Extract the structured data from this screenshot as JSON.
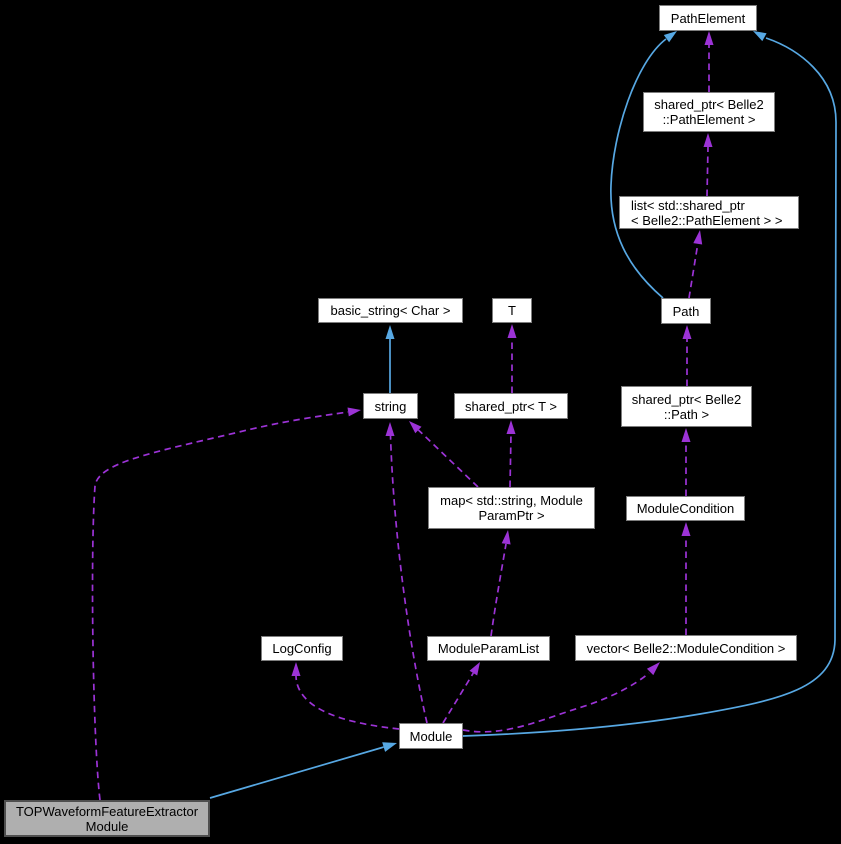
{
  "diagram": {
    "type": "doxygen-collaboration-graph",
    "colors": {
      "background": "#000000",
      "node_fill": "#ffffff",
      "node_border": "#7d7d7d",
      "selected_fill": "#afafaf",
      "selected_border": "#4f4f4f",
      "inheritance_edge": "#57a8e3",
      "usage_edge": "#9c33d6",
      "text": "#000000"
    },
    "nodes": {
      "path_element": {
        "label": "PathElement"
      },
      "shared_ptr_pathelement": {
        "line1": "shared_ptr< Belle2",
        "line2": "::PathElement >"
      },
      "list_shared_ptr": {
        "line1": "list< std::shared_ptr",
        "line2": "< Belle2::PathElement > >"
      },
      "path": {
        "label": "Path"
      },
      "shared_ptr_path": {
        "line1": "shared_ptr< Belle2",
        "line2": "::Path >"
      },
      "module_condition": {
        "label": "ModuleCondition"
      },
      "basic_string": {
        "label": "basic_string< Char >"
      },
      "t": {
        "label": "T"
      },
      "string": {
        "label": "string"
      },
      "shared_ptr_t": {
        "label": "shared_ptr< T >"
      },
      "map_param": {
        "line1": "map< std::string, Module",
        "line2": "ParamPtr >"
      },
      "log_config": {
        "label": "LogConfig"
      },
      "module_param_list": {
        "label": "ModuleParamList"
      },
      "vector_module_condition": {
        "label": "vector< Belle2::ModuleCondition >"
      },
      "module": {
        "label": "Module"
      },
      "top_waveform": {
        "line1": "TOPWaveformFeatureExtractor",
        "line2": "Module"
      }
    },
    "edges": [
      {
        "from": "shared_ptr_pathelement",
        "to": "path_element",
        "type": "usage"
      },
      {
        "from": "list_shared_ptr",
        "to": "shared_ptr_pathelement",
        "type": "usage"
      },
      {
        "from": "path",
        "to": "list_shared_ptr",
        "type": "usage"
      },
      {
        "from": "shared_ptr_path",
        "to": "path",
        "type": "usage"
      },
      {
        "from": "module_condition",
        "to": "shared_ptr_path",
        "type": "usage"
      },
      {
        "from": "vector_module_condition",
        "to": "module_condition",
        "type": "usage"
      },
      {
        "from": "module",
        "to": "vector_module_condition",
        "type": "usage"
      },
      {
        "from": "module",
        "to": "module_param_list",
        "type": "usage"
      },
      {
        "from": "module",
        "to": "log_config",
        "type": "usage"
      },
      {
        "from": "module",
        "to": "string",
        "type": "usage"
      },
      {
        "from": "module_param_list",
        "to": "map_param",
        "type": "usage"
      },
      {
        "from": "map_param",
        "to": "string",
        "type": "usage"
      },
      {
        "from": "map_param",
        "to": "shared_ptr_t",
        "type": "usage"
      },
      {
        "from": "shared_ptr_t",
        "to": "t",
        "type": "usage"
      },
      {
        "from": "top_waveform",
        "to": "string",
        "type": "usage"
      },
      {
        "from": "string",
        "to": "basic_string",
        "type": "inheritance"
      },
      {
        "from": "path",
        "to": "path_element",
        "type": "inheritance"
      },
      {
        "from": "module",
        "to": "path_element",
        "type": "inheritance"
      },
      {
        "from": "top_waveform",
        "to": "module",
        "type": "inheritance"
      }
    ]
  }
}
